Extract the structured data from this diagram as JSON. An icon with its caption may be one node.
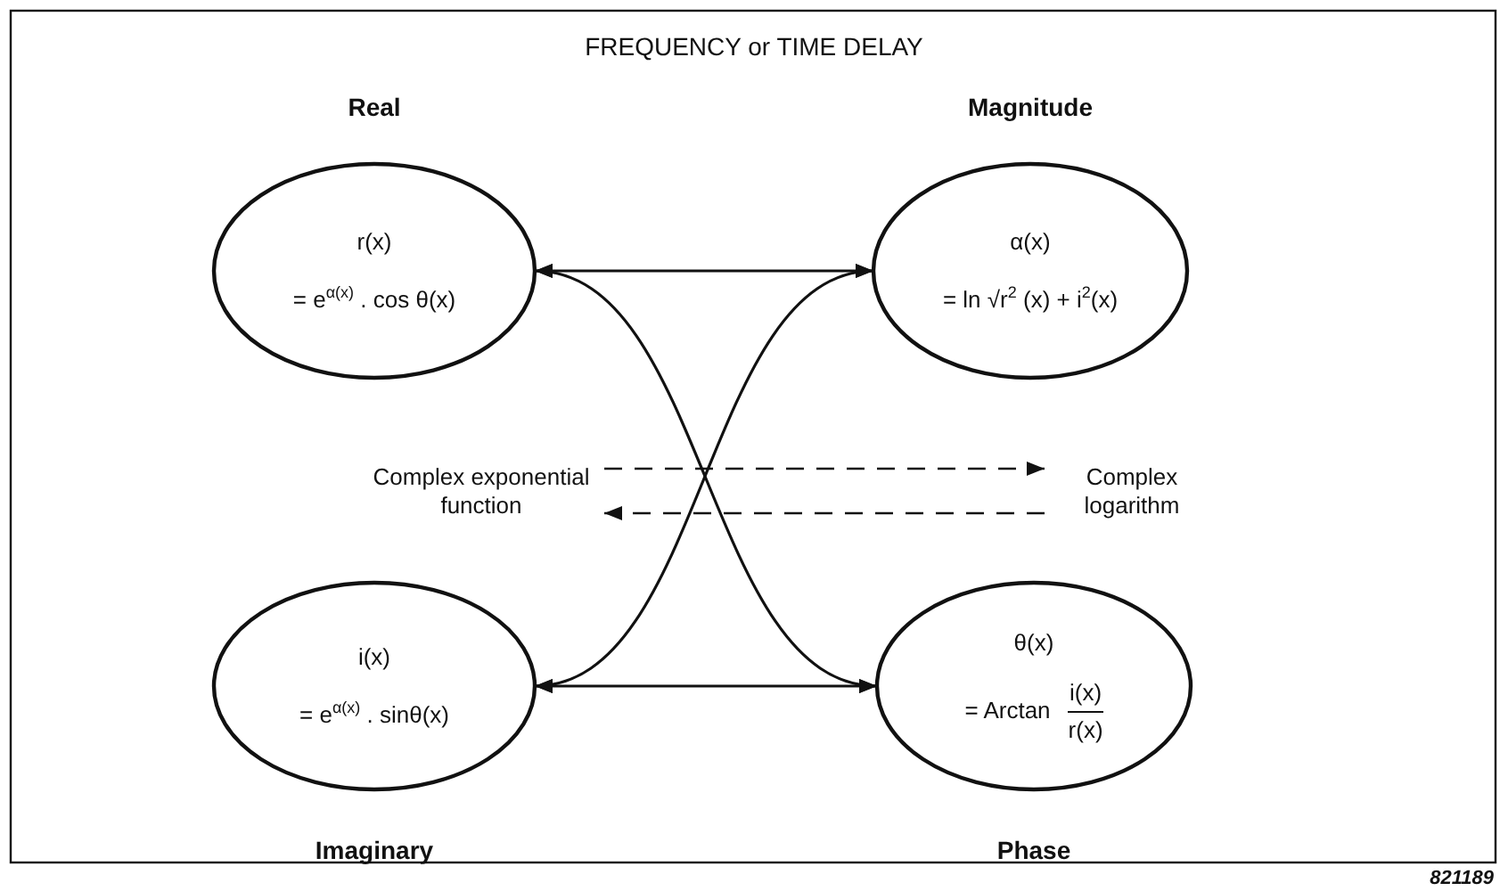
{
  "diagram": {
    "title": "FREQUENCY or TIME DELAY",
    "nodes": [
      {
        "text": [
          "Real",
          "r(x)",
          "= e$^{α(x)}$ . cos θ(x)"
        ]
      },
      {
        "text": [
          "Magnitude",
          "α(x)",
          "= ln √r$^{2}$ (x) + i$^{2}$(x)"
        ]
      },
      {
        "text": [
          "i(x)",
          "= e$^{α(x)}$ . sinθ(x)",
          "Imaginary"
        ]
      },
      {
        "text": [
          "θ(x)",
          "= Arctan",
          "i(x)",
          "r(x)",
          "Phase"
        ]
      },
      {
        "text": [
          "Complex exponential function"
        ]
      },
      {
        "text": [
          "Complex logarithm"
        ]
      }
    ],
    "edges": [
      {
        "from": 0,
        "to": 1,
        "arrow": "both"
      },
      {
        "from": 0,
        "to": 3,
        "arrow": "both"
      },
      {
        "from": 2,
        "to": 1,
        "arrow": "both"
      },
      {
        "from": 2,
        "to": 3,
        "arrow": "both"
      },
      {
        "from": 4,
        "to": 5,
        "arrow": "to",
        "style": "dashed"
      },
      {
        "from": 5,
        "to": 4,
        "arrow": "to",
        "style": "dashed"
      }
    ],
    "labels": [
      "821189"
    ]
  }
}
